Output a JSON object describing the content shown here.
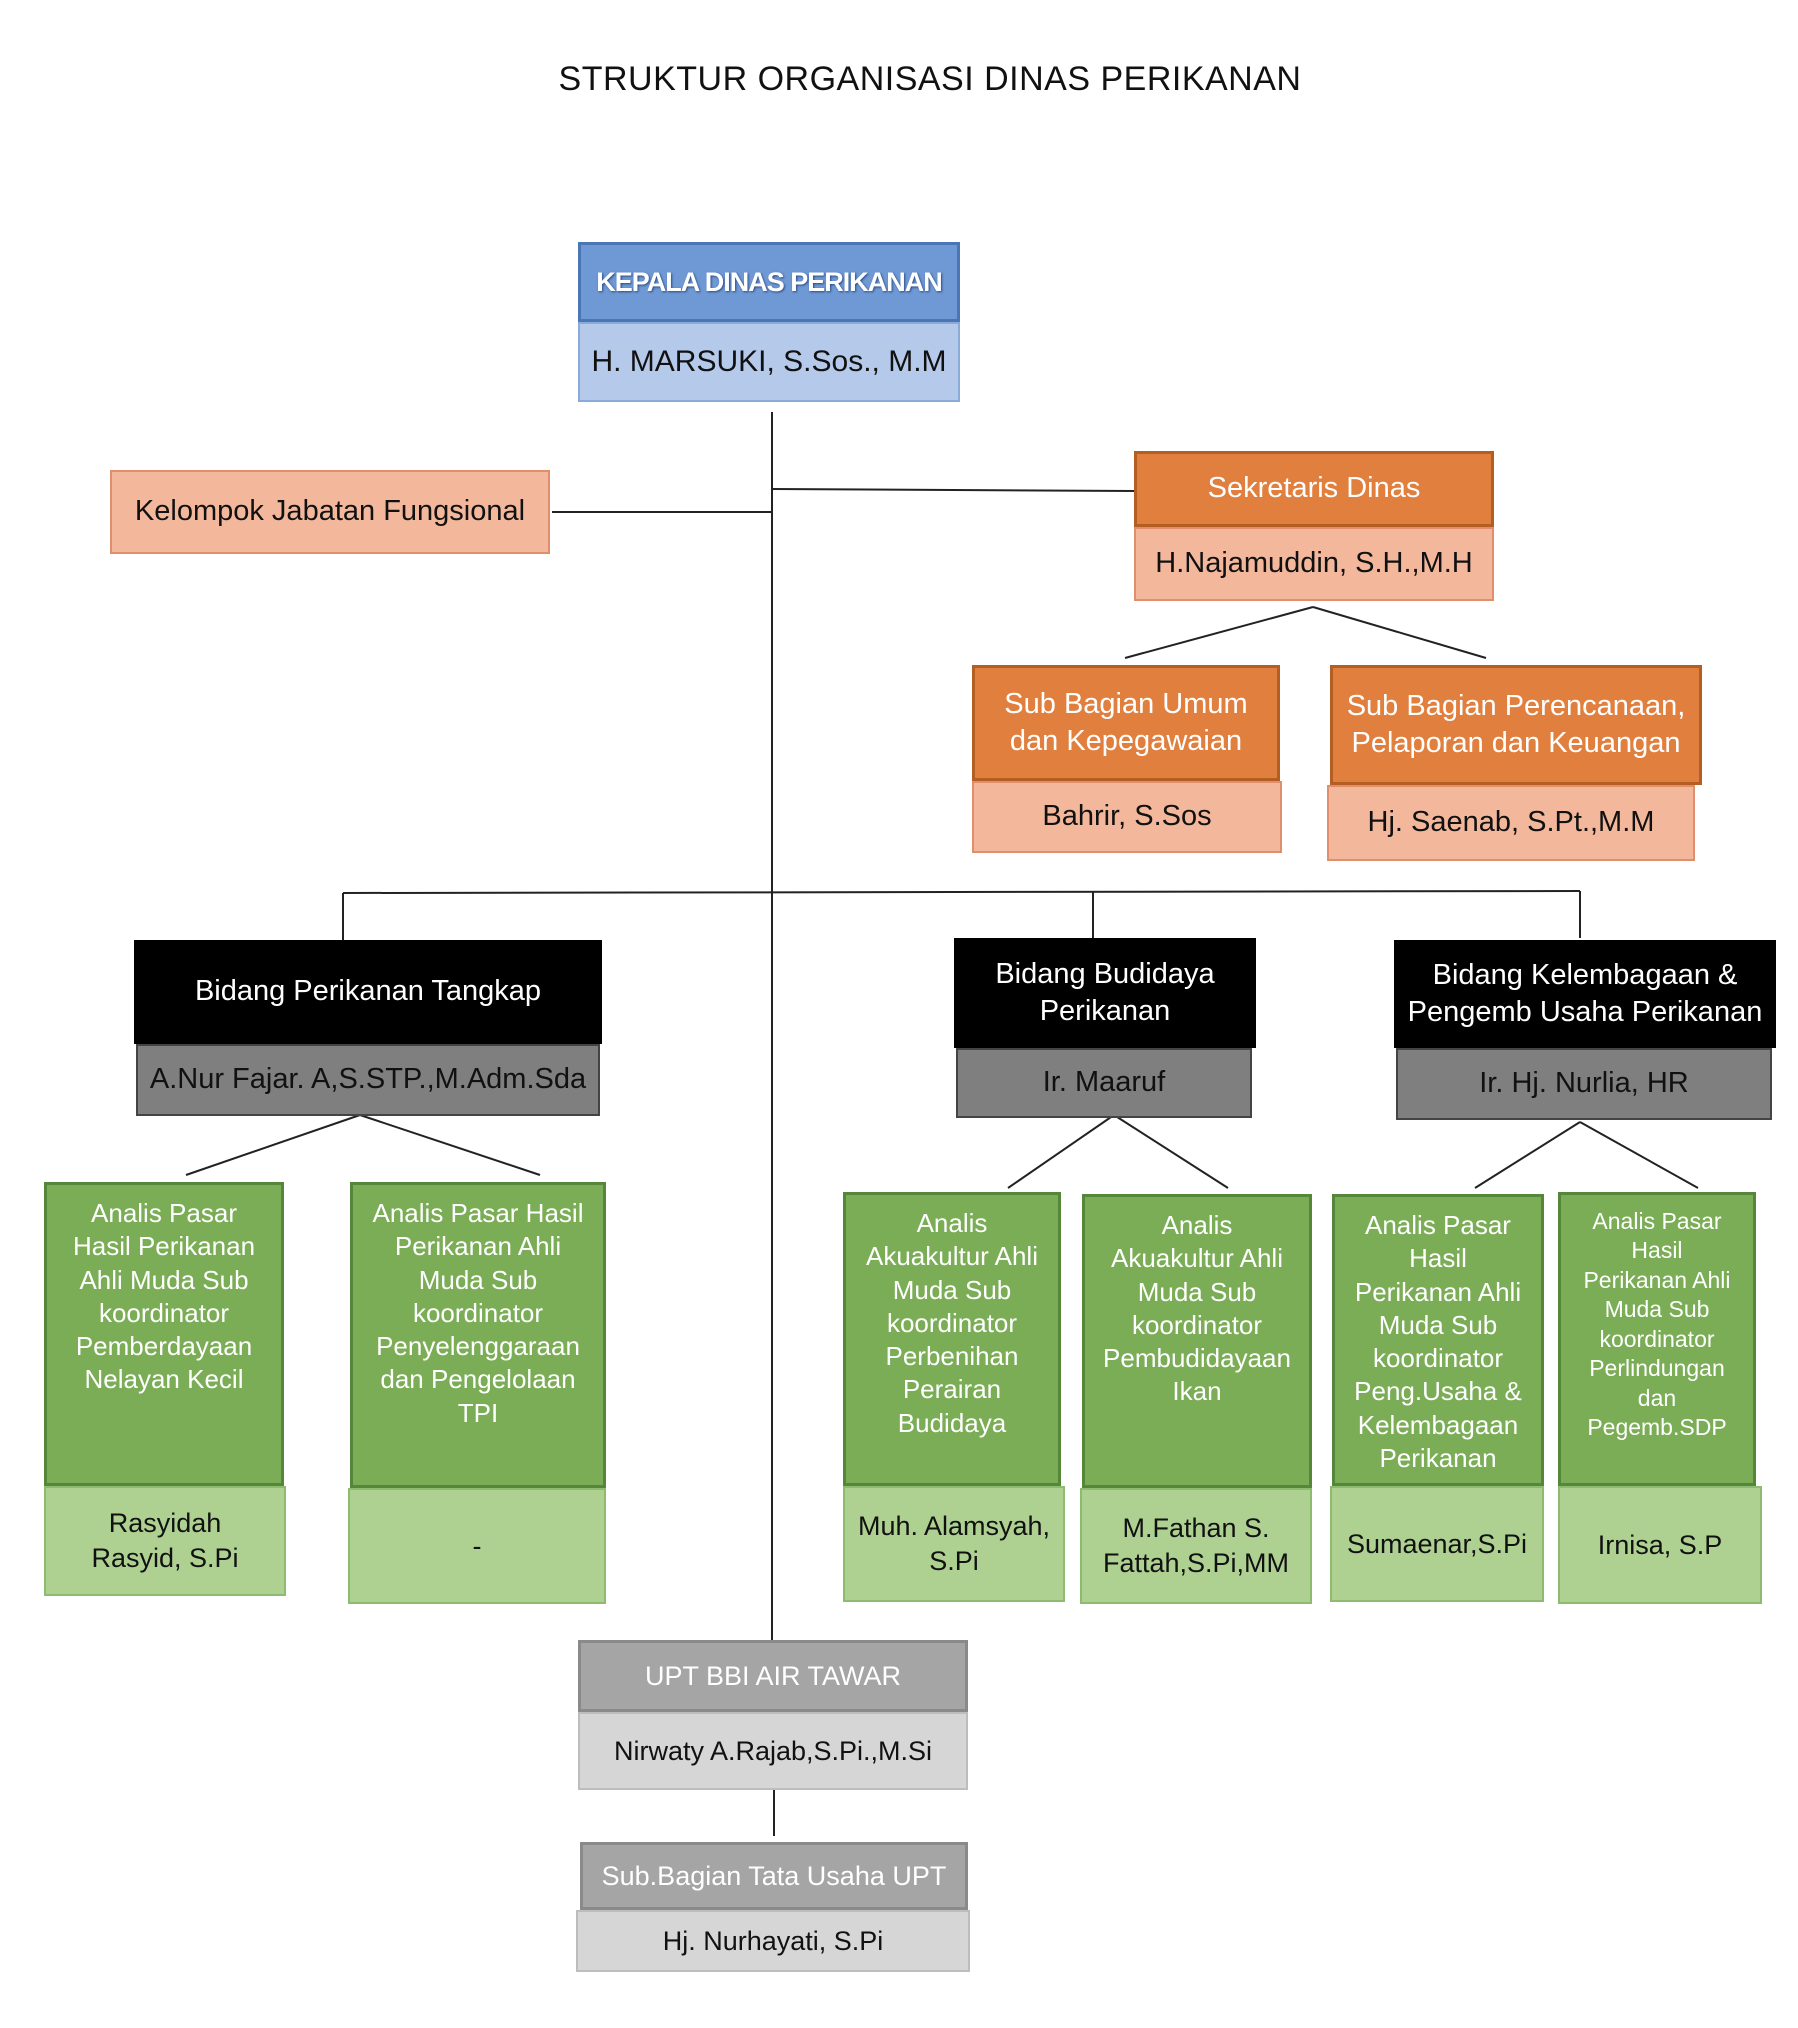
{
  "title": "STRUKTUR ORGANISASI DINAS PERIKANAN",
  "head": {
    "position": "KEPALA DINAS PERIKANAN",
    "name": "H. MARSUKI, S.Sos., M.M"
  },
  "fungsional": {
    "label": "Kelompok Jabatan Fungsional"
  },
  "sekretaris": {
    "position": "Sekretaris Dinas",
    "name": "H.Najamuddin, S.H.,M.H",
    "units": [
      {
        "position": "Sub Bagian Umum\ndan Kepegawaian",
        "name": "Bahrir, S.Sos"
      },
      {
        "position": "Sub Bagian Perencanaan,\nPelaporan dan Keuangan",
        "name": "Hj. Saenab, S.Pt.,M.M"
      }
    ]
  },
  "bidang": [
    {
      "position": "Bidang Perikanan Tangkap",
      "name": "A.Nur Fajar. A,S.STP.,M.Adm.Sda",
      "subs": [
        {
          "position": "Analis Pasar\nHasil Perikanan\nAhli Muda Sub\nkoordinator\nPemberdayaan\nNelayan Kecil",
          "name": "Rasyidah\nRasyid, S.Pi"
        },
        {
          "position": "Analis Pasar Hasil\nPerikanan Ahli\nMuda Sub\nkoordinator\nPenyelenggaraan\ndan Pengelolaan\nTPI",
          "name": "-"
        }
      ]
    },
    {
      "position": "Bidang Budidaya\nPerikanan",
      "name": "Ir.  Maaruf",
      "subs": [
        {
          "position": "Analis\nAkuakultur Ahli\nMuda Sub\nkoordinator\nPerbenihan\nPerairan\nBudidaya",
          "name": "Muh. Alamsyah,\nS.Pi"
        },
        {
          "position": "Analis\nAkuakultur Ahli\nMuda Sub\nkoordinator\nPembudidayaan\nIkan",
          "name": "M.Fathan S.\nFattah,S.Pi,MM"
        }
      ]
    },
    {
      "position": "Bidang Kelembagaan &\nPengemb Usaha Perikanan",
      "name": "Ir. Hj. Nurlia, HR",
      "subs": [
        {
          "position": "Analis Pasar\nHasil\nPerikanan Ahli\nMuda Sub\nkoordinator\nPeng.Usaha &\nKelembagaan\nPerikanan",
          "name": "Sumaenar,S.Pi"
        },
        {
          "position": "Analis Pasar\nHasil\nPerikanan Ahli\nMuda Sub\nkoordinator\nPerlindungan\ndan\nPegemb.SDP",
          "name": "Irnisa, S.P"
        }
      ]
    }
  ],
  "upt": {
    "position": "UPT BBI AIR TAWAR",
    "name": "Nirwaty A.Rajab,S.Pi.,M.Si",
    "sub": {
      "position": "Sub.Bagian Tata Usaha UPT",
      "name": "Hj. Nurhayati, S.Pi"
    }
  }
}
